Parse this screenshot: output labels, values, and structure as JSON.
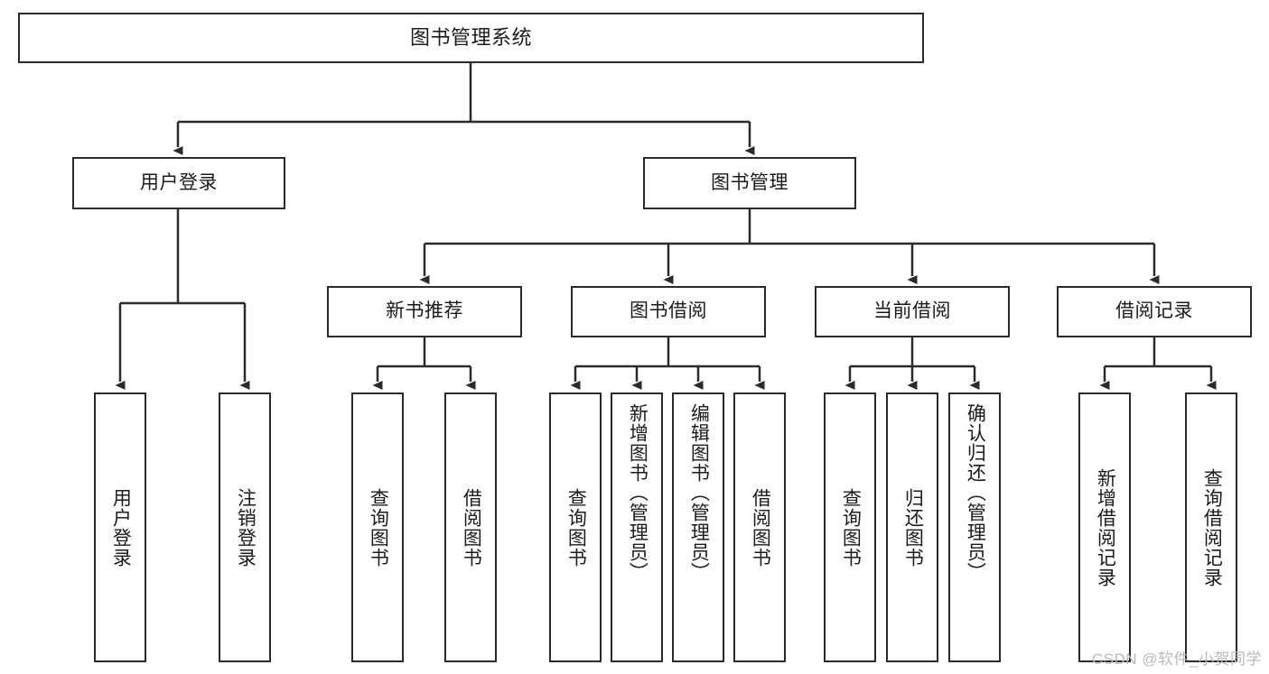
{
  "diagram": {
    "title": "图书管理系统",
    "watermark": "CSDN @软件_小贺同学",
    "level2": [
      {
        "label": "用户登录"
      },
      {
        "label": "图书管理"
      }
    ],
    "level3": [
      {
        "label": "新书推荐"
      },
      {
        "label": "图书借阅"
      },
      {
        "label": "当前借阅"
      },
      {
        "label": "借阅记录"
      }
    ],
    "leaves": {
      "user_login": [
        {
          "label": "用户登录"
        },
        {
          "label": "注销登录"
        }
      ],
      "new_book": [
        {
          "label": "查询图书"
        },
        {
          "label": "借阅图书"
        }
      ],
      "borrow_book": [
        {
          "label": "查询图书"
        },
        {
          "label": "新增图书（管理员）"
        },
        {
          "label": "编辑图书（管理员）"
        },
        {
          "label": "借阅图书"
        }
      ],
      "current_borrow": [
        {
          "label": "查询图书"
        },
        {
          "label": "归还图书"
        },
        {
          "label": "确认归还（管理员）"
        }
      ],
      "borrow_record": [
        {
          "label": "新增借阅记录"
        },
        {
          "label": "查询借阅记录"
        }
      ]
    }
  },
  "colors": {
    "stroke": "#2b2b2b",
    "background": "#ffffff",
    "text": "#1b1b1b",
    "watermark": "#b9b9b9"
  }
}
